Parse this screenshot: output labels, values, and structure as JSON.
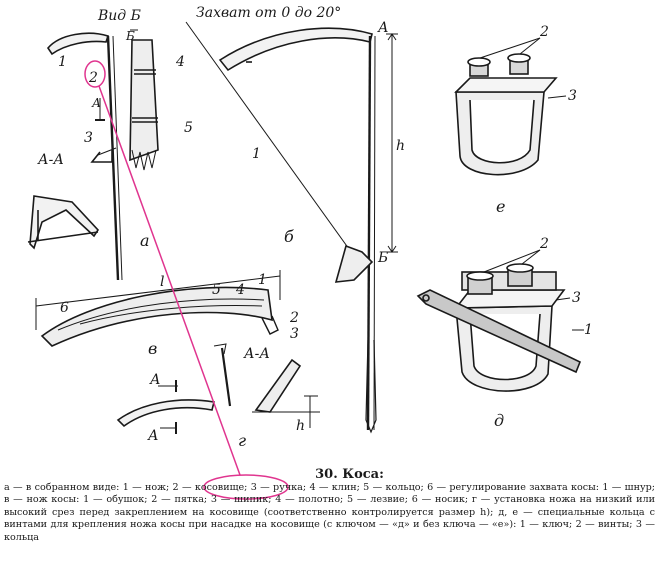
{
  "labels": {
    "view_b": "Вид Б",
    "grip_range": "Захват от 0 до 20°",
    "section_aa": "А-А",
    "fig_a": "а",
    "fig_b": "б",
    "fig_v": "в",
    "fig_g": "г",
    "fig_d": "д",
    "fig_e": "е",
    "mark_A": "А",
    "mark_B": "Б",
    "dim_h": "h",
    "dim_l": "l",
    "dim_6": "6",
    "n1": "1",
    "n2": "2",
    "n3": "3",
    "n4": "4",
    "n5": "5"
  },
  "caption": {
    "title": "30. Коса:",
    "body": "а — в собранном виде: 1 — нож; 2 — косовище; 3 — ручка; 4 — клин; 5 — кольцо; 6 — регулирование захвата косы: 1 — шнур; в — нож косы: 1 — обушок; 2 — пятка; 3 — шипик; 4 — полотно; 5 — лезвие; 6 — носик; г — установка ножа на низкий или высокий срез перед закреплением на косовище (соответственно контролируется размер h); д, е — специальные кольца с винтами для крепления ножа косы при насадке на косовище (с ключом — «д» и без ключа — «е»): 1 — ключ; 2 — винты; 3 — кольца"
  },
  "colors": {
    "ink": "#1a1a1a",
    "highlight": "#e0358f"
  }
}
